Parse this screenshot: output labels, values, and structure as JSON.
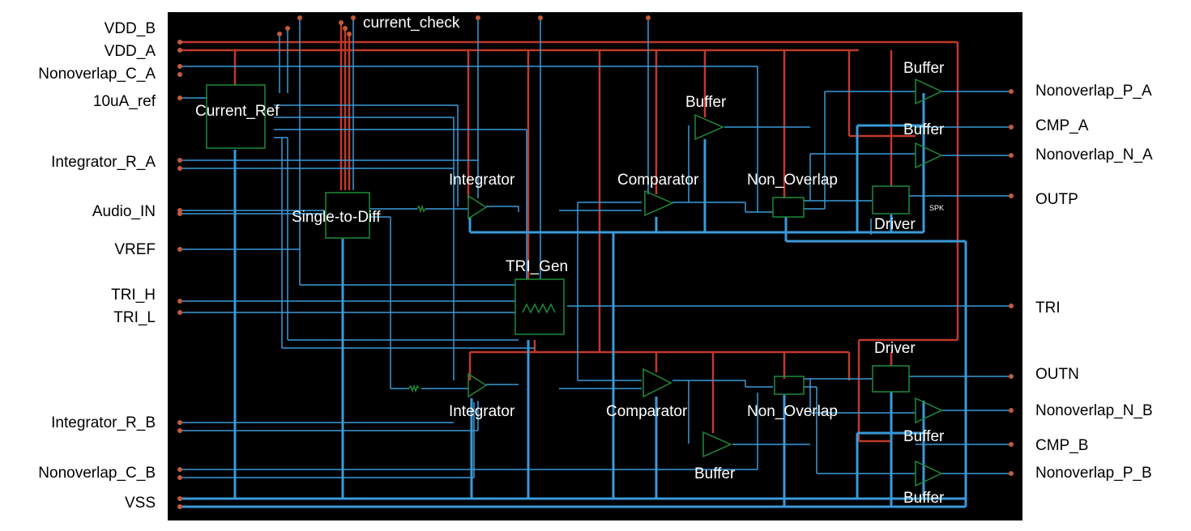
{
  "schematic": {
    "left_pins": [
      "VDD_B",
      "VDD_A",
      "Nonoverlap_C_A",
      "10uA_ref",
      "Integrator_R_A",
      "Audio_IN",
      "VREF",
      "TRI_H",
      "TRI_L",
      "Integrator_R_B",
      "Nonoverlap_C_B",
      "VSS"
    ],
    "right_pins": [
      "Nonoverlap_P_A",
      "CMP_A",
      "Nonoverlap_N_A",
      "OUTP",
      "TRI",
      "OUTN",
      "Nonoverlap_N_B",
      "CMP_B",
      "Nonoverlap_P_B"
    ],
    "top_pin": "current_check",
    "blocks": {
      "current_ref": "Current_Ref",
      "single_to_diff": "Single-to-Diff",
      "integrator_a": "Integrator",
      "integrator_b": "Integrator",
      "tri_gen": "TRI_Gen",
      "comparator_a": "Comparator",
      "comparator_b": "Comparator",
      "non_overlap_a": "Non_Overlap",
      "non_overlap_b": "Non_Overlap",
      "driver_a": "Driver",
      "driver_b": "Driver",
      "buffer_cmp_a": "Buffer",
      "buffer_p_a": "Buffer",
      "buffer_n_a": "Buffer",
      "buffer_cmp_b": "Buffer",
      "buffer_n_b": "Buffer",
      "buffer_p_b": "Buffer"
    },
    "spk_text": "SPK",
    "colors": {
      "canvas": "#000000",
      "supply_net": "#c0392b",
      "signal_net": "#3a9ad9",
      "symbol": "#1f8a3a",
      "pin": "#c45a3a",
      "block_label": "#ffffff",
      "pin_label": "#000000"
    }
  }
}
